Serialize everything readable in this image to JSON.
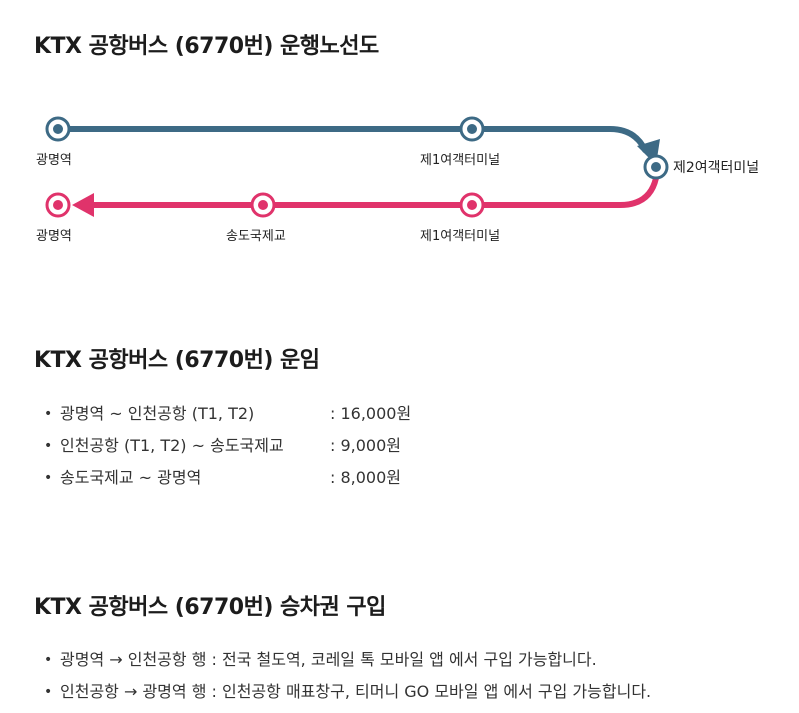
{
  "route_section": {
    "title": "KTX 공항버스 (6770번) 운행노선도",
    "outbound": {
      "color": "#3d6a85",
      "stations": [
        "광명역",
        "제1여객터미널"
      ]
    },
    "turnaround": {
      "station": "제2여객터미널"
    },
    "inbound": {
      "color": "#e0336b",
      "stations": [
        "제1여객터미널",
        "송도국제교",
        "광명역"
      ]
    }
  },
  "fare_section": {
    "title": "KTX 공항버스 (6770번) 운임",
    "items": [
      {
        "route": "광명역 ~ 인천공항 (T1, T2)",
        "price": ": 16,000원"
      },
      {
        "route": "인천공항 (T1, T2) ~ 송도국제교",
        "price": ": 9,000원"
      },
      {
        "route": "송도국제교 ~ 광명역",
        "price": ": 8,000원"
      }
    ]
  },
  "ticket_section": {
    "title": "KTX 공항버스 (6770번) 승차권 구입",
    "items": [
      "광명역 → 인천공항 행 : 전국 철도역, 코레일 톡 모바일 앱 에서 구입 가능합니다.",
      "인천공항 → 광명역 행 : 인천공항 매표창구, 티머니 GO 모바일 앱 에서 구입 가능합니다."
    ]
  }
}
